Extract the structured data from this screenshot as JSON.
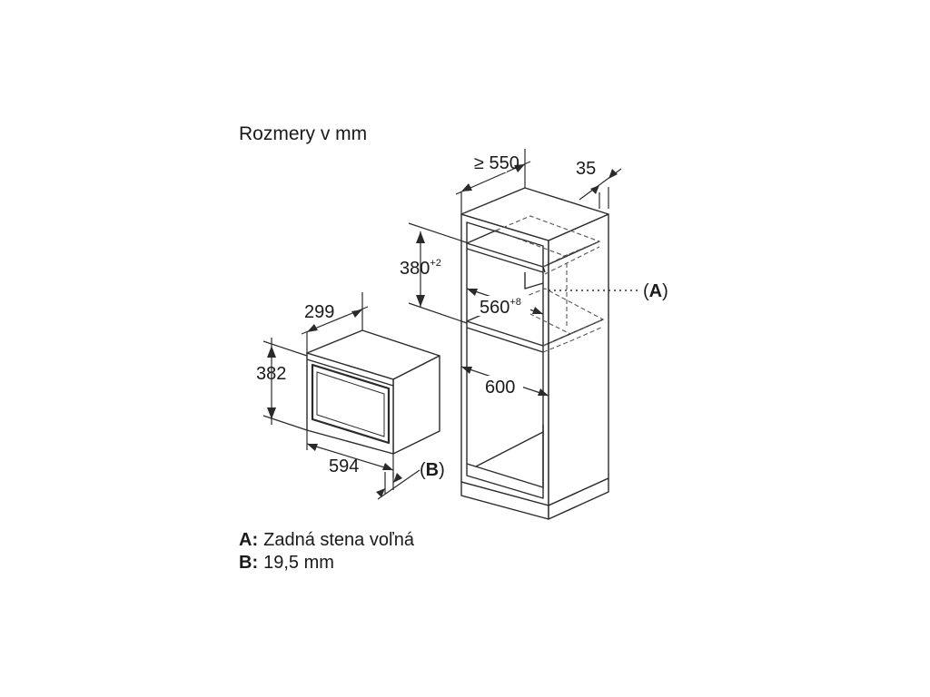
{
  "title": "Rozmery v mm",
  "dimensions": {
    "cabinet_depth": "≥ 550",
    "side_gap": "35",
    "niche_height": "380",
    "niche_height_tolerance": "+2",
    "niche_width": "560",
    "niche_width_tolerance": "+8",
    "cabinet_width": "600",
    "appliance_depth": "299",
    "appliance_height": "382",
    "appliance_width": "594"
  },
  "callouts": {
    "a_open": "(",
    "a_letter": "A",
    "a_close": ")",
    "b_open": "(",
    "b_letter": "B",
    "b_close": ")"
  },
  "legend": [
    {
      "key": "A:",
      "text": "Zadná stena voľná"
    },
    {
      "key": "B:",
      "text": "19,5 mm"
    }
  ]
}
